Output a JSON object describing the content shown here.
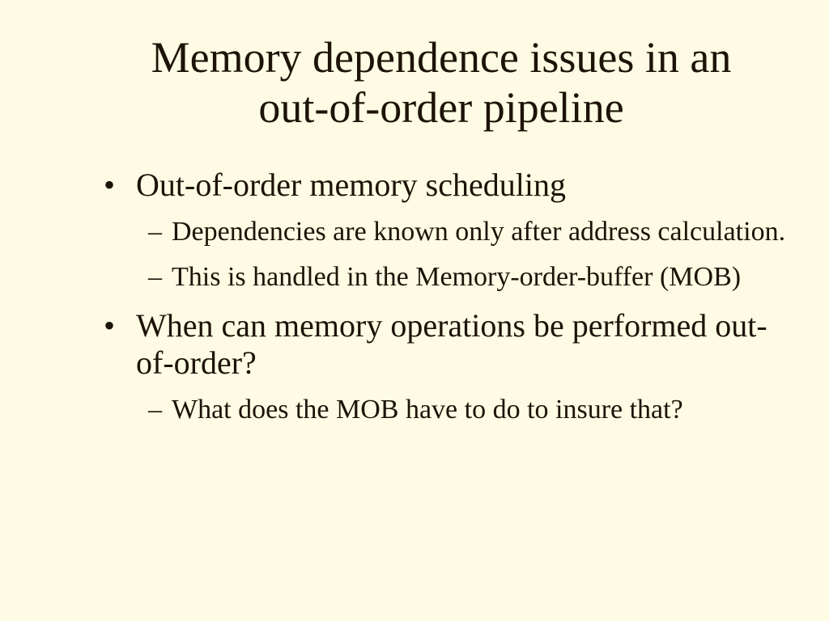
{
  "slide": {
    "title_line1": "Memory dependence issues in an",
    "title_line2": "out-of-order pipeline",
    "bullets": [
      {
        "marker": "•",
        "text": "Out-of-order memory scheduling",
        "subs": [
          {
            "marker": "–",
            "text": "Dependencies are known only after address calculation."
          },
          {
            "marker": "–",
            "text": "This is handled in the Memory-order-buffer (MOB)"
          }
        ]
      },
      {
        "marker": "•",
        "text": "When can memory operations be performed out-of-order?",
        "subs": [
          {
            "marker": "–",
            "text": "What does the MOB have to do to insure that?"
          }
        ]
      }
    ]
  }
}
